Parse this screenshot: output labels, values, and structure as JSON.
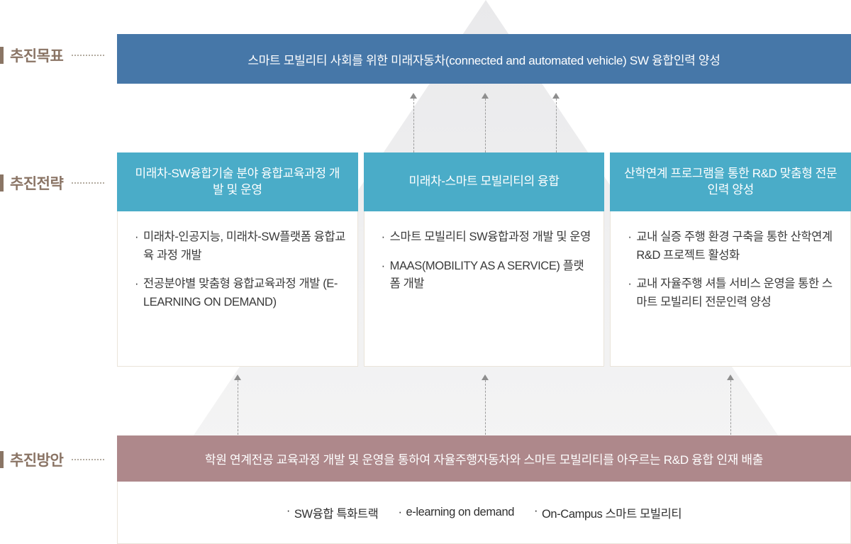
{
  "glyphs": {
    "bullet": "·"
  },
  "colors": {
    "goal_banner": "#4677a8",
    "strategy_header": "#4aacc8",
    "plan_banner": "#ae888b",
    "label_brown": "#8a7465",
    "triangle_gray": "#ededee"
  },
  "goal": {
    "label": "추진목표",
    "banner_text": "스마트 모빌리티 사회를 위한 미래자동차(connected and automated vehicle) SW 융합인력 양성"
  },
  "strategy": {
    "label": "추진전략",
    "cards": [
      {
        "title": "미래차-SW융합기술 분야 융합교육과정 개발 및 운영",
        "items": [
          "미래차-인공지능, 미래차-SW플랫폼 융합교육 과정 개발",
          "전공분야별 맞춤형 융합교육과정 개발 (E-LEARNING ON DEMAND)"
        ]
      },
      {
        "title": "미래차-스마트 모빌리티의 융합",
        "items": [
          "스마트 모빌리티 SW융합과정 개발 및 운영",
          "MAAS(MOBILITY AS A SERVICE) 플랫폼 개발"
        ]
      },
      {
        "title": "산학연계 프로그램을 통한 R&D 맞춤형 전문인력 양성",
        "items": [
          "교내 실증 주행 환경 구축을 통한 산학연계 R&D 프로젝트 활성화",
          "교내 자율주행 셔틀 서비스 운영을 통한 스마트 모빌리티 전문인력 양성"
        ]
      }
    ]
  },
  "plan": {
    "label": "추진방안",
    "banner_text": "학원 연계전공 교육과정 개발 및 운영을 통하여 자율주행자동차와 스마트 모빌리티를 아우르는 R&D 융합 인재 배출",
    "items": [
      "SW융합 특화트랙",
      "e-learning on demand",
      "On-Campus 스마트 모빌리티"
    ]
  }
}
